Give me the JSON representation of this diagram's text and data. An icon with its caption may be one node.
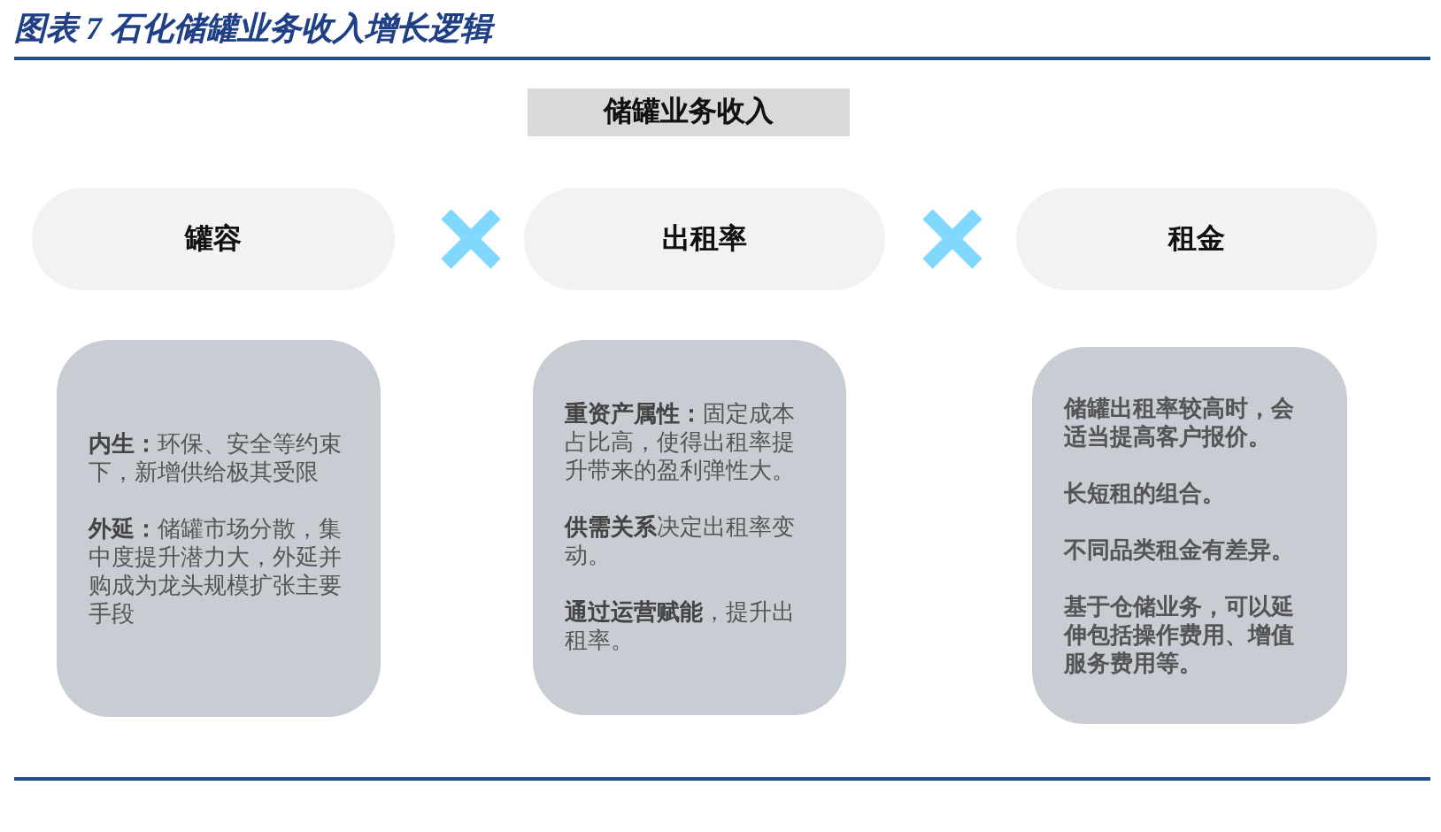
{
  "diagram": {
    "title": "图表 7 石化储罐业务收入增长逻辑",
    "nodes": [
      {
        "text": [
          "储罐业务收入"
        ]
      },
      {
        "text": [
          "罐容"
        ]
      },
      {
        "text": [
          "出租率"
        ]
      },
      {
        "text": [
          "租金"
        ]
      },
      {
        "text": [
          "**内生：**环保、安全等约束下，新增供给极其受限",
          "**外延：**储罐市场分散，集中度提升潜力大，外延并购成为龙头规模扩张主要手段"
        ]
      },
      {
        "text": [
          "**重资产属性：**固定成本占比高，使得出租率提升带来的盈利弹性大。",
          "**供需关系**决定出租率变动。",
          "**通过运营赋能**，提升出租率。"
        ]
      },
      {
        "text": [
          "储罐出租率较高时，会适当提高客户报价。",
          "长短租的组合。",
          "不同品类租金有差异。",
          "基于仓储业务，可以延伸包括操作费用、增值服务费用等。"
        ]
      }
    ]
  }
}
